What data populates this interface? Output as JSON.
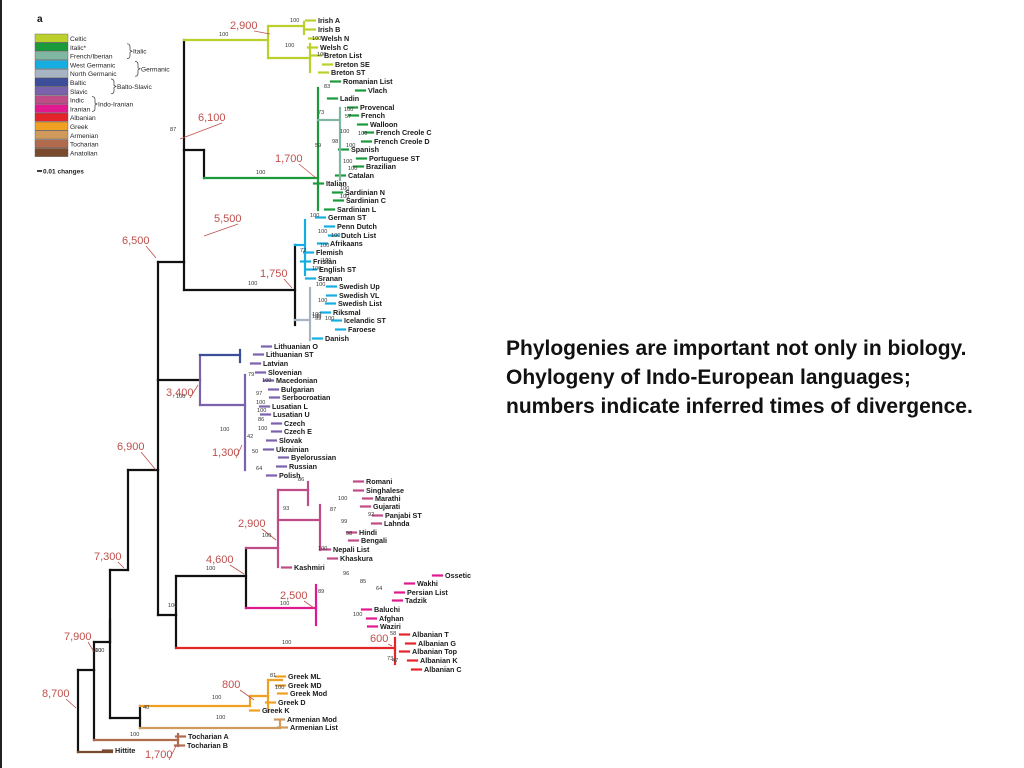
{
  "panel_label": "a",
  "caption": "Phylogenies are important not only in biology. Ohylogeny of Indo-European languages; numbers indicate inferred times of divergence.",
  "legend": {
    "items": [
      {
        "label": "Celtic",
        "color": "#bcd02c"
      },
      {
        "label": "Italic*",
        "color": "#1a9a3a"
      },
      {
        "label": "French/Iberian",
        "color": "#7fb7a3"
      },
      {
        "label": "West Germanic",
        "color": "#16aee0"
      },
      {
        "label": "North Germanic",
        "color": "#a9b4c2"
      },
      {
        "label": "Baltic",
        "color": "#3c4d9a"
      },
      {
        "label": "Slavic",
        "color": "#7a62ad"
      },
      {
        "label": "Indic",
        "color": "#bf4b87"
      },
      {
        "label": "Iranian",
        "color": "#e0198f"
      },
      {
        "label": "Albanian",
        "color": "#e3242b"
      },
      {
        "label": "Greek",
        "color": "#f0a022"
      },
      {
        "label": "Armenian",
        "color": "#cf9a5c"
      },
      {
        "label": "Tocharian",
        "color": "#b06a4e"
      },
      {
        "label": "Anatolian",
        "color": "#7a4a2e"
      }
    ],
    "groups": [
      "Italic",
      "Germanic",
      "Balto-Slavic",
      "Indo-Iranian"
    ],
    "scale_label": "0.01 changes"
  },
  "times": [
    "2,900",
    "6,100",
    "1,700",
    "5,500",
    "6,500",
    "1,750",
    "3,400",
    "1,300",
    "6,900",
    "2,900",
    "4,600",
    "7,300",
    "2,500",
    "7,900",
    "600",
    "800",
    "8,700",
    "1,700"
  ],
  "support": [
    "100",
    "100",
    "100",
    "100",
    "100",
    "87",
    "83",
    "73",
    "100",
    "57",
    "100",
    "100",
    "59",
    "100",
    "100",
    "98",
    "100",
    "100",
    "100",
    "100",
    "100",
    "100",
    "100",
    "100",
    "100",
    "72",
    "100",
    "100",
    "100",
    "100",
    "100",
    "99",
    "100",
    "100",
    "79",
    "100",
    "97",
    "100",
    "100",
    "86",
    "42",
    "100",
    "50",
    "64",
    "100",
    "86",
    "93",
    "100",
    "100",
    "87",
    "99",
    "92",
    "98",
    "100",
    "100",
    "100",
    "96",
    "85",
    "89",
    "64",
    "100",
    "100",
    "58",
    "73",
    "47",
    "100",
    "100",
    "81",
    "100",
    "40",
    "100",
    "100",
    "100",
    "100",
    "100"
  ],
  "taxa": {
    "celtic": [
      "Irish A",
      "Irish B",
      "Welsh N",
      "Welsh C",
      "Breton List",
      "Breton SE",
      "Breton ST"
    ],
    "italic": [
      "Romanian List",
      "Vlach",
      "Ladin",
      "Provencal",
      "French",
      "Walloon",
      "French Creole C",
      "French Creole D",
      "Spanish",
      "Portuguese ST",
      "Brazilian",
      "Catalan",
      "Italian",
      "Sardinian N",
      "Sardinian C",
      "Sardinian L"
    ],
    "germanic": [
      "German ST",
      "Penn Dutch",
      "Dutch List",
      "Afrikaans",
      "Flemish",
      "Frisian",
      "English ST",
      "Sranan",
      "Swedish Up",
      "Swedish VL",
      "Swedish List",
      "Riksmal",
      "Icelandic ST",
      "Faroese",
      "Danish"
    ],
    "balto_slavic": [
      "Lithuanian O",
      "Lithuanian ST",
      "Latvian",
      "Slovenian",
      "Macedonian",
      "Bulgarian",
      "Serbocroatian",
      "Lusatian L",
      "Lusatian U",
      "Czech",
      "Czech E",
      "Slovak",
      "Ukrainian",
      "Byelorussian",
      "Russian",
      "Polish"
    ],
    "indic": [
      "Romani",
      "Singhalese",
      "Marathi",
      "Gujarati",
      "Panjabi ST",
      "Lahnda",
      "Hindi",
      "Bengali",
      "Nepali List",
      "Khaskura",
      "Kashmiri"
    ],
    "iranian": [
      "Ossetic",
      "Wakhi",
      "Persian List",
      "Tadzik",
      "Baluchi",
      "Afghan",
      "Waziri"
    ],
    "albanian": [
      "Albanian T",
      "Albanian G",
      "Albanian Top",
      "Albanian K",
      "Albanian C"
    ],
    "greek": [
      "Greek ML",
      "Greek MD",
      "Greek Mod",
      "Greek D",
      "Greek K"
    ],
    "armenian": [
      "Armenian Mod",
      "Armenian List"
    ],
    "tocharian": [
      "Tocharian A",
      "Tocharian B"
    ],
    "anatolian": [
      "Hittite"
    ]
  }
}
